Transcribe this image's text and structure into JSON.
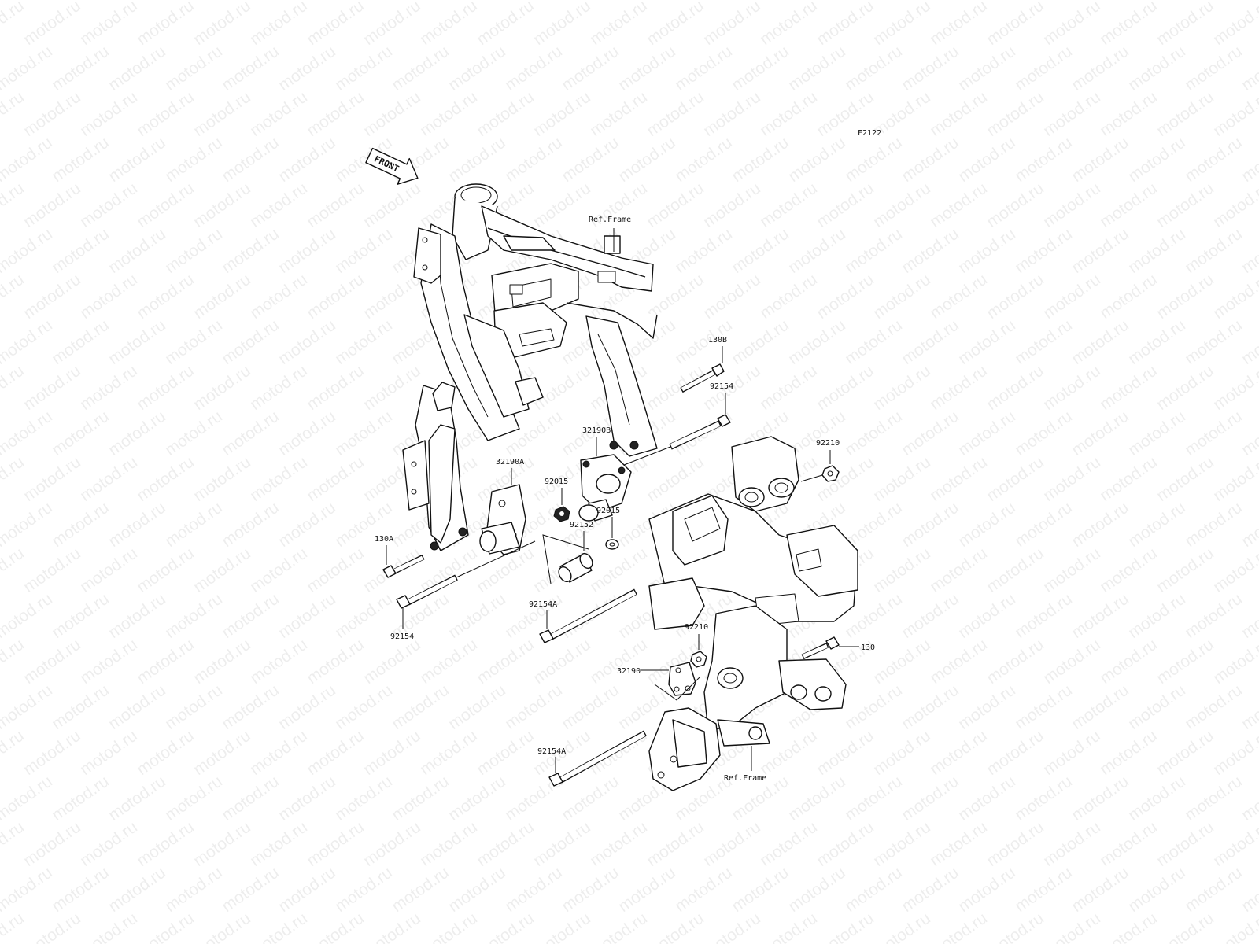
{
  "watermark": "motod.ru",
  "figure_code": "F2122",
  "front_arrow_label": "FRONT",
  "ref_frame_label": "Ref.Frame",
  "callouts": [
    {
      "id": "c-130b",
      "text": "130B"
    },
    {
      "id": "c-92154-top",
      "text": "92154"
    },
    {
      "id": "c-32190b",
      "text": "32190B"
    },
    {
      "id": "c-92210-top",
      "text": "92210"
    },
    {
      "id": "c-32190a",
      "text": "32190A"
    },
    {
      "id": "c-92015-a",
      "text": "92015"
    },
    {
      "id": "c-92015-b",
      "text": "92015"
    },
    {
      "id": "c-92152",
      "text": "92152"
    },
    {
      "id": "c-130a",
      "text": "130A"
    },
    {
      "id": "c-92154-left",
      "text": "92154"
    },
    {
      "id": "c-92154a-mid",
      "text": "92154A"
    },
    {
      "id": "c-92210-bot",
      "text": "92210"
    },
    {
      "id": "c-130",
      "text": "130"
    },
    {
      "id": "c-32190",
      "text": "32190"
    },
    {
      "id": "c-92154a-bot",
      "text": "92154A"
    },
    {
      "id": "c-ref-frame-bot",
      "text": "Ref.Frame"
    }
  ]
}
